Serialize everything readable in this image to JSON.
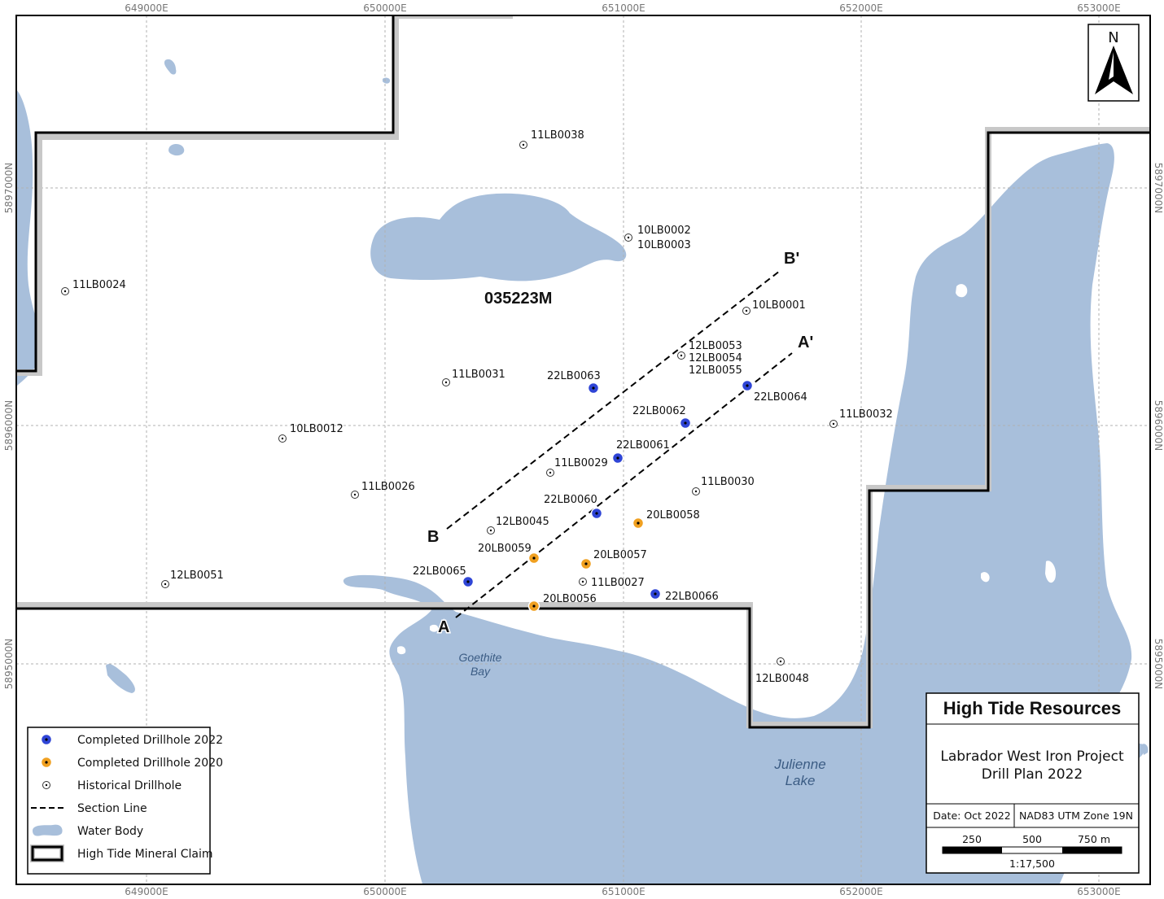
{
  "map": {
    "claim_id": "035223M",
    "water_labels": {
      "goethite": [
        "Goethite",
        "Bay"
      ],
      "julienne": [
        "Julienne",
        "Lake"
      ]
    },
    "north_label": "N",
    "section_lines": [
      {
        "id": "B",
        "start_label": "B",
        "end_label": "B'"
      },
      {
        "id": "A",
        "start_label": "A",
        "end_label": "A'"
      }
    ]
  },
  "grid": {
    "eastings": [
      "649000E",
      "650000E",
      "651000E",
      "652000E",
      "653000E"
    ],
    "northings": [
      "5897000N",
      "5896000N",
      "5895000N"
    ]
  },
  "drillholes": [
    {
      "id": "11LB0038",
      "category": "historical"
    },
    {
      "id": "10LB0002",
      "category": "historical",
      "label_extra": "10LB0003"
    },
    {
      "id": "11LB0024",
      "category": "historical"
    },
    {
      "id": "10LB0001",
      "category": "historical"
    },
    {
      "id": "12LB0053",
      "category": "historical",
      "label_extra": "12LB0054",
      "label_extra2": "12LB0055"
    },
    {
      "id": "11LB0031",
      "category": "historical"
    },
    {
      "id": "22LB0063",
      "category": "completed_2022"
    },
    {
      "id": "22LB0064",
      "category": "completed_2022"
    },
    {
      "id": "22LB0062",
      "category": "completed_2022"
    },
    {
      "id": "11LB0032",
      "category": "historical"
    },
    {
      "id": "10LB0012",
      "category": "historical"
    },
    {
      "id": "22LB0061",
      "category": "completed_2022"
    },
    {
      "id": "11LB0029",
      "category": "historical"
    },
    {
      "id": "11LB0026",
      "category": "historical"
    },
    {
      "id": "11LB0030",
      "category": "historical"
    },
    {
      "id": "22LB0060",
      "category": "completed_2022"
    },
    {
      "id": "20LB0058",
      "category": "completed_2020"
    },
    {
      "id": "12LB0045",
      "category": "historical"
    },
    {
      "id": "20LB0059",
      "category": "completed_2020"
    },
    {
      "id": "20LB0057",
      "category": "completed_2020"
    },
    {
      "id": "22LB0065",
      "category": "completed_2022"
    },
    {
      "id": "11LB0027",
      "category": "historical"
    },
    {
      "id": "12LB0051",
      "category": "historical"
    },
    {
      "id": "22LB0066",
      "category": "completed_2022"
    },
    {
      "id": "20LB0056",
      "category": "completed_2020"
    },
    {
      "id": "12LB0048",
      "category": "historical"
    }
  ],
  "legend": {
    "items": [
      {
        "symbol": "completed_2022",
        "label": "Completed Drillhole 2022"
      },
      {
        "symbol": "completed_2020",
        "label": "Completed Drillhole 2020"
      },
      {
        "symbol": "historical",
        "label": "Historical Drillhole"
      },
      {
        "symbol": "section_line",
        "label": "Section Line"
      },
      {
        "symbol": "water_body",
        "label": "Water Body"
      },
      {
        "symbol": "claim",
        "label": "High Tide Mineral Claim"
      }
    ]
  },
  "title_block": {
    "company": "High Tide Resources",
    "project_line1": "Labrador West Iron Project",
    "project_line2": "Drill Plan 2022",
    "date": "Date: Oct 2022",
    "crs": "NAD83 UTM Zone 19N",
    "scale_ticks": [
      "250",
      "500",
      "750 m"
    ],
    "scale_ratio": "1:17,500"
  },
  "colors": {
    "water": "#a8bfdb",
    "completed_2022": "#2f45d6",
    "completed_2020": "#f0a020",
    "grid": "#b0b0b0",
    "claim_outline": "#000000",
    "claim_halo": "#c8c8c8"
  }
}
